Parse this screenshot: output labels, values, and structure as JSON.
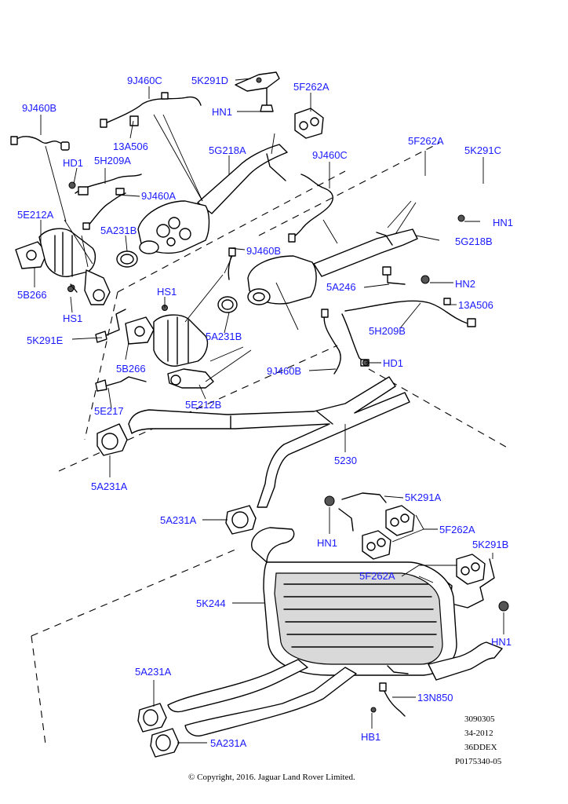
{
  "labels": {
    "l01": "9J460C",
    "l02": "5K291D",
    "l03": "5F262A",
    "l04": "HN1",
    "l05": "9J460B",
    "l06": "13A506",
    "l07": "5G218A",
    "l08": "HD1",
    "l09": "5H209A",
    "l10": "9J460A",
    "l11": "5E212A",
    "l12": "5A231B",
    "l13": "9J460C",
    "l14": "5F262A",
    "l15": "5K291C",
    "l16": "HN1",
    "l17": "5G218B",
    "l18": "9J460B",
    "l19": "5B266",
    "l20": "HS1",
    "l21": "5A246",
    "l22": "HN2",
    "l23": "HS1",
    "l24": "13A506",
    "l25": "5K291E",
    "l26": "5A231B",
    "l27": "5H209B",
    "l28": "5B266",
    "l29": "9J460B",
    "l30": "HD1",
    "l31": "5E217",
    "l32": "5E212B",
    "l33": "5230",
    "l34": "5A231A",
    "l35": "5K291A",
    "l36": "5A231A",
    "l37": "5F262A",
    "l38": "HN1",
    "l39": "5K291B",
    "l40": "5F262A",
    "l41": "5K244",
    "l42": "HN1",
    "l43": "5A231A",
    "l44": "13N850",
    "l45": "HB1",
    "l46": "5A231A"
  },
  "reference": {
    "line1": "3090305",
    "line2": "34-2012",
    "line3": "36DDEX",
    "line4": "P0175340-05"
  },
  "copyright": "© Copyright, 2016. Jaguar Land Rover Limited.",
  "colors": {
    "label": "#1a1aff",
    "line": "#000000",
    "background": "#ffffff"
  }
}
